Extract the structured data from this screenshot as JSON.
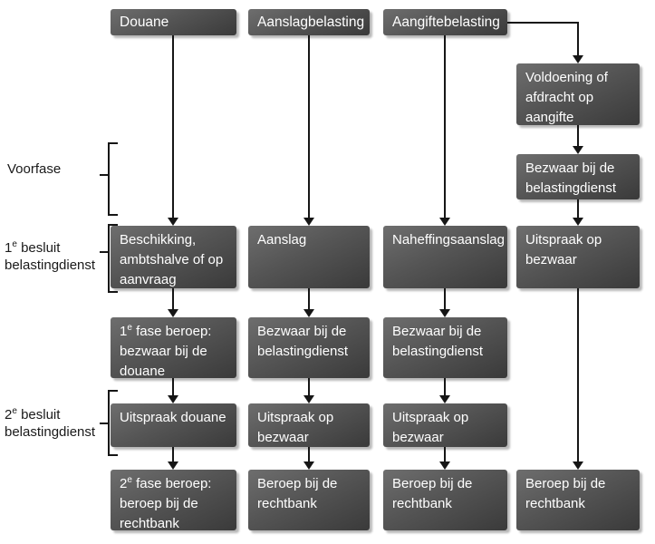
{
  "diagram": {
    "type": "flowchart",
    "language": "nl",
    "subject": "Bezwaar- en beroepsprocedures belastingen"
  },
  "headers": {
    "douane": "Douane",
    "aanslagbelasting": "Aanslagbelasting",
    "aangiftebelasting": "Aangiftebelasting"
  },
  "side_labels": {
    "voorfase": "Voorfase",
    "first_decision": "1{e} besluit\nbelastingdienst",
    "second_decision": "2{e} besluit\nbelastingdienst"
  },
  "boxes": {
    "voldoening": "Voldoening of afdracht op aangifte",
    "bezwaar_belastingdienst_c4": "Bezwaar bij de belastingdienst",
    "beschikking": "Beschikking, ambtshalve of op aanvraag",
    "aanslag": "Aanslag",
    "naheffingsaanslag": "Naheffingsaanslag",
    "uitspraak_op_bezwaar_c4": "Uitspraak op bezwaar",
    "fase1_beroep": "1{e} fase beroep: bezwaar bij de douane",
    "bezwaar_belastingdienst_c2": "Bezwaar bij de belastingdienst",
    "bezwaar_belastingdienst_c3": "Bezwaar bij de belastingdienst",
    "uitspraak_douane": "Uitspraak douane",
    "uitspraak_op_bezwaar_c2": "Uitspraak op bezwaar",
    "uitspraak_op_bezwaar_c3": "Uitspraak op bezwaar",
    "fase2_beroep": "2{e} fase beroep: beroep bij de rechtbank",
    "beroep_rechtbank_c2": "Beroep bij de rechtbank",
    "beroep_rechtbank_c3": "Beroep bij de rechtbank",
    "beroep_rechtbank_c4": "Beroep bij de rechtbank"
  },
  "colors": {
    "box_gradient_top": "#6e6e6e",
    "box_gradient_bottom": "#3a3a3a",
    "box_text": "#ffffff",
    "line": "#161616",
    "label_text": "#1a1a1a",
    "background": "#ffffff"
  }
}
